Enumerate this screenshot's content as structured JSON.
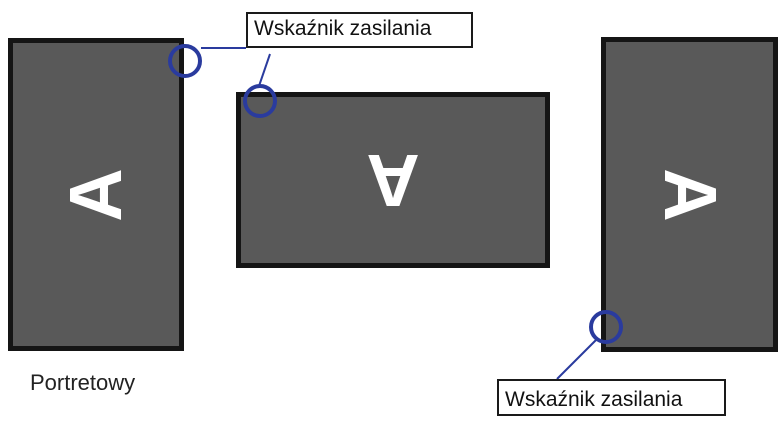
{
  "screens": {
    "left": {
      "letter": "A"
    },
    "center": {
      "letter": "A"
    },
    "right": {
      "letter": "A"
    }
  },
  "labels": {
    "power_indicator_top": "Wskaźnik zasilania",
    "power_indicator_bottom": "Wskaźnik zasilania",
    "portrait": "Portretowy"
  },
  "colors": {
    "screen_fill": "#595959",
    "screen_border": "#151515",
    "indicator_ring": "#2a3b9e",
    "leader_line": "#2a3b9e"
  },
  "icons": {
    "power_indicator": "power-indicator-ring-icon"
  }
}
